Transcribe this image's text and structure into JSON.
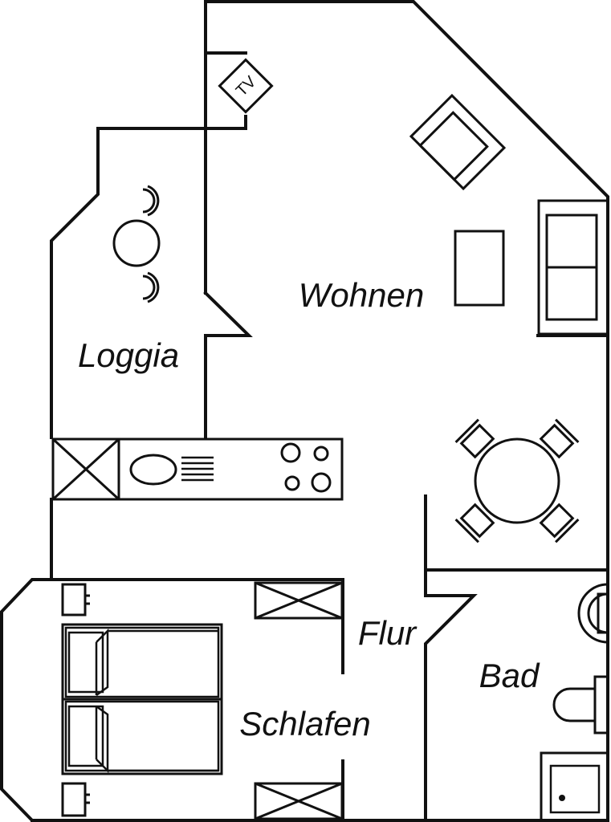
{
  "rooms": {
    "wohnen": "Wohnen",
    "loggia": "Loggia",
    "flur": "Flur",
    "bad": "Bad",
    "schlafen": "Schlafen"
  },
  "fixtures": {
    "tv": "TV"
  }
}
